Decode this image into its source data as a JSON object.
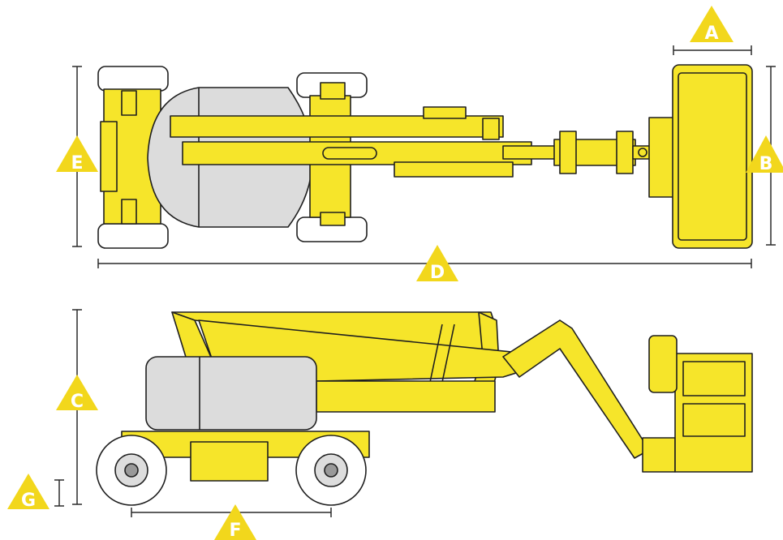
{
  "colors": {
    "machine_yellow": "#f6e52a",
    "marker_yellow": "#f2d71c",
    "outline": "#1f1f1f",
    "gray_body": "#dcdcdc",
    "tire_white": "#ffffff",
    "dim_line": "#2a2a2a",
    "label_text": "#ffffff"
  },
  "views": {
    "top": {
      "name": "top-view"
    },
    "side": {
      "name": "side-view"
    }
  },
  "dimensions": [
    {
      "key": "A",
      "label": "A"
    },
    {
      "key": "B",
      "label": "B"
    },
    {
      "key": "C",
      "label": "C"
    },
    {
      "key": "D",
      "label": "D"
    },
    {
      "key": "E",
      "label": "E"
    },
    {
      "key": "F",
      "label": "F"
    },
    {
      "key": "G",
      "label": "G"
    }
  ]
}
